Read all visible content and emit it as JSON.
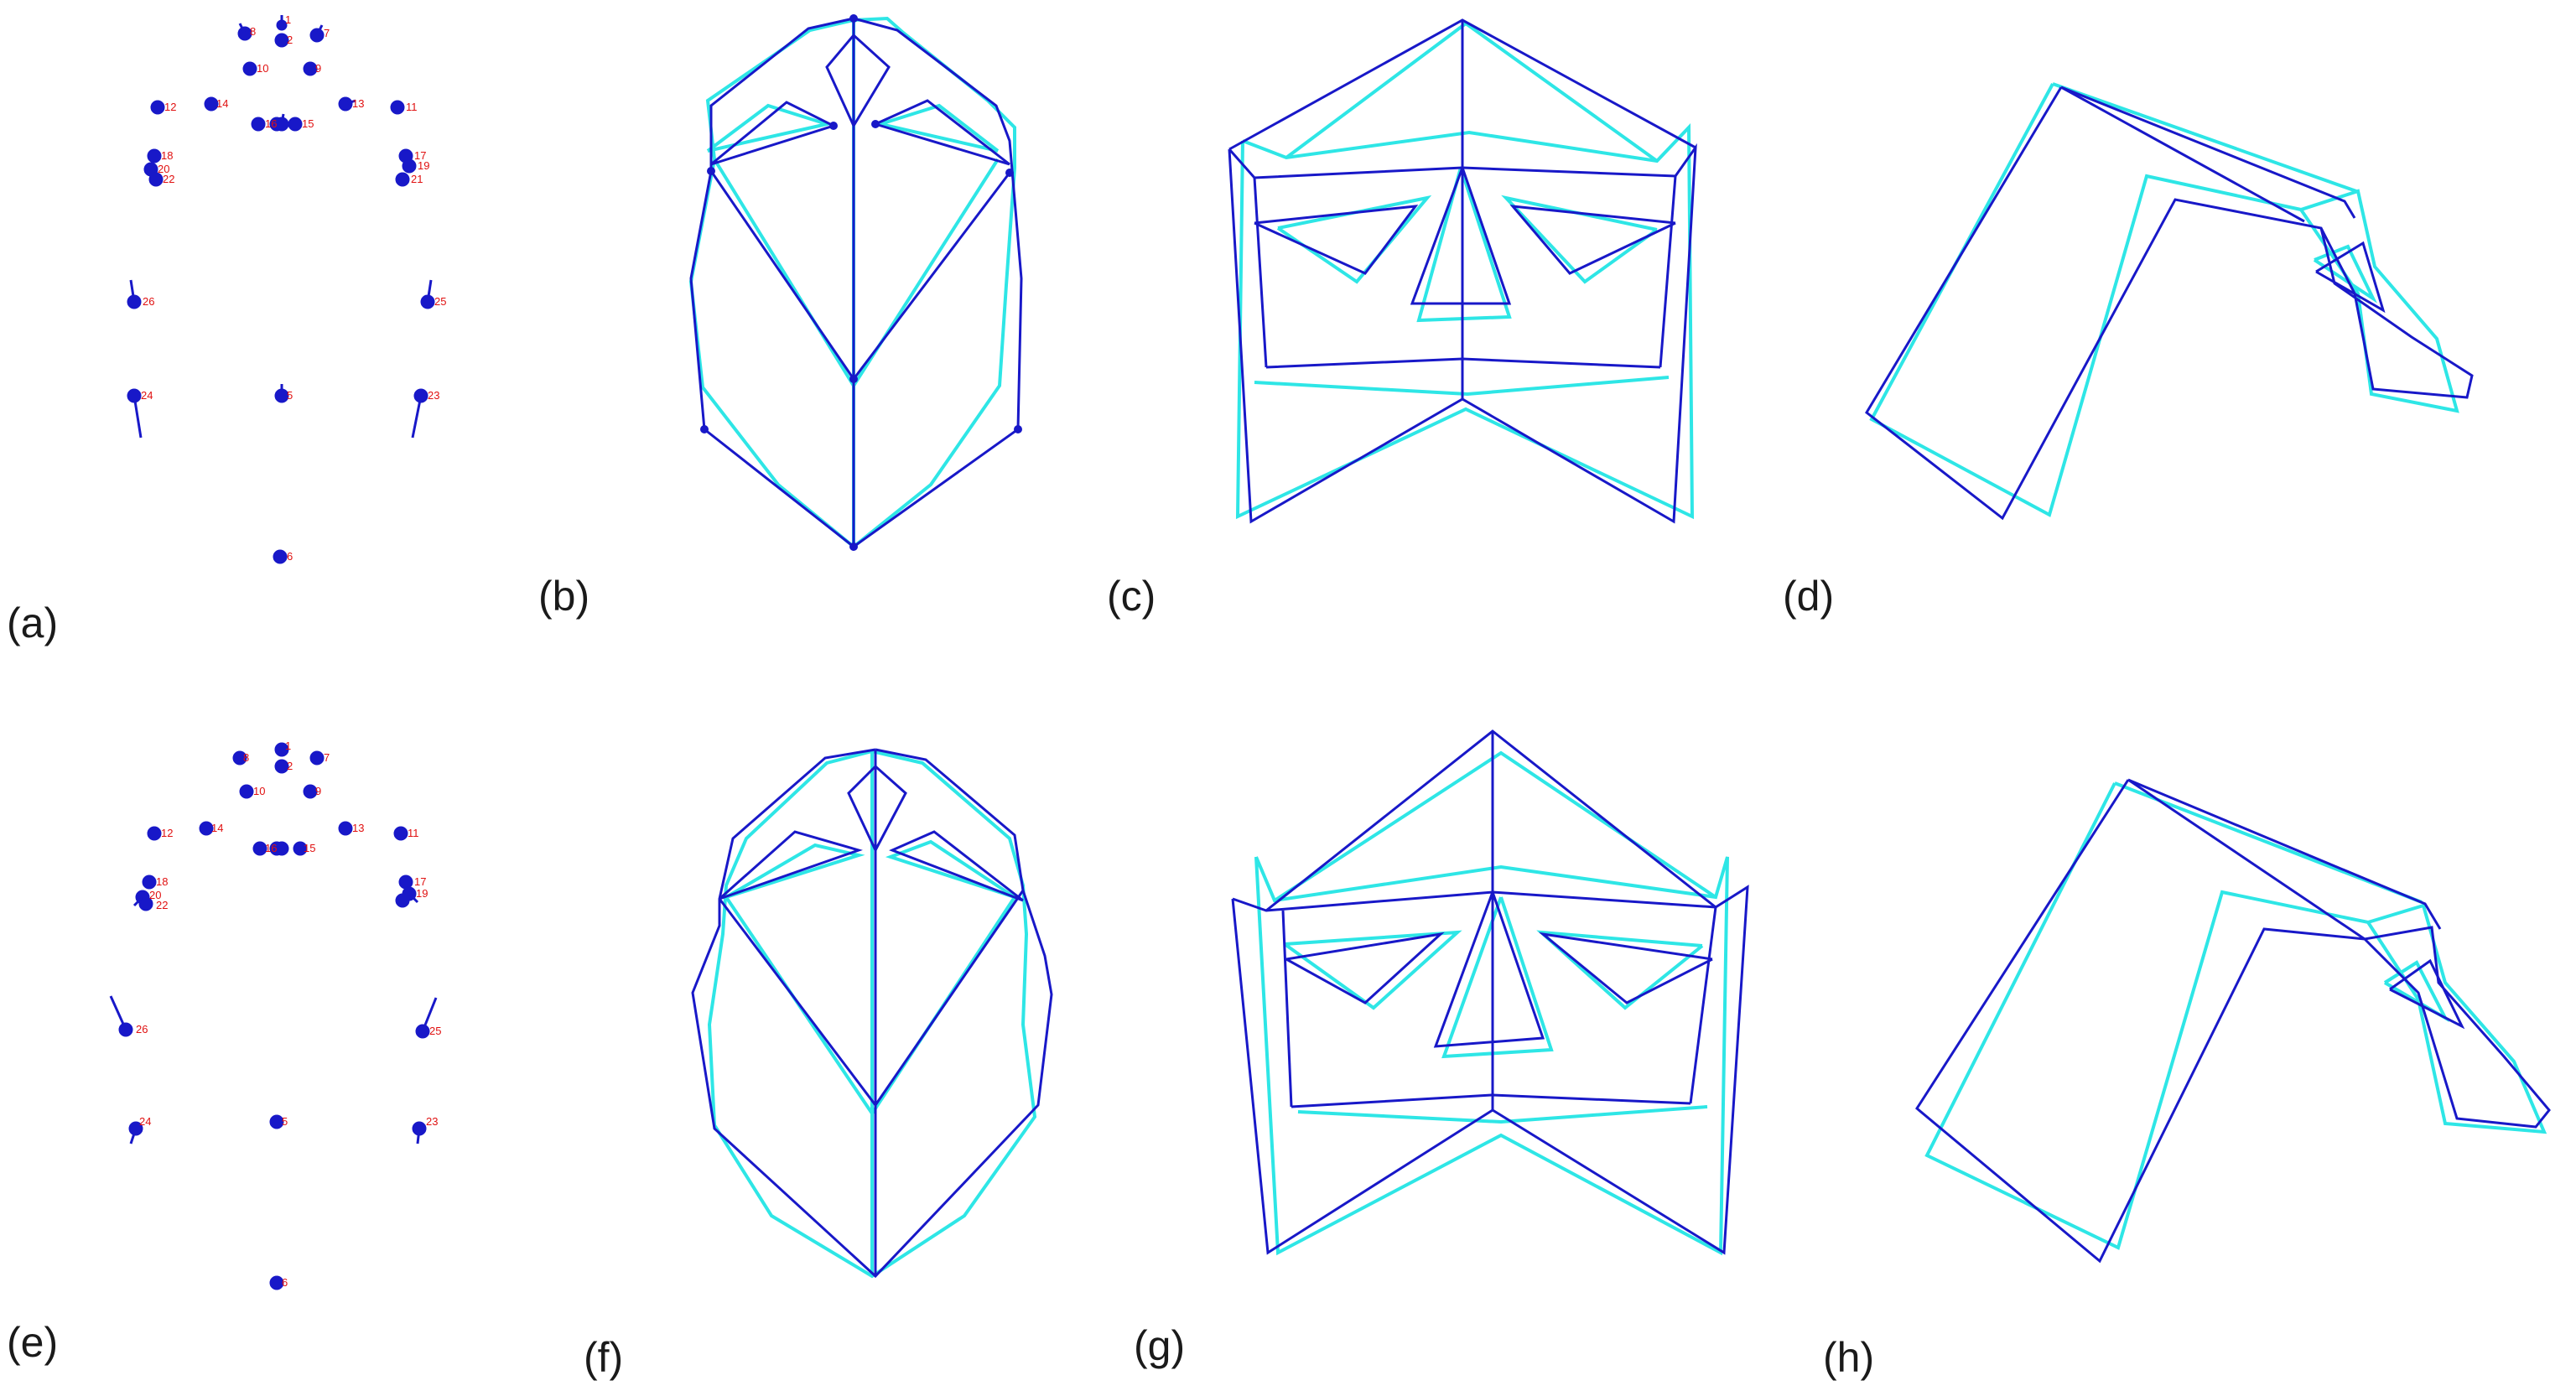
{
  "colors": {
    "baseline": "#1818c8",
    "compare": "#2ee6e6",
    "label": "#e01010",
    "text": "#1a1a1a"
  },
  "panels": [
    {
      "label": "(a)"
    },
    {
      "label": "(b)"
    },
    {
      "label": "(c)"
    },
    {
      "label": "(d)"
    },
    {
      "label": "(e)"
    },
    {
      "label": "(f)"
    },
    {
      "label": "(g)"
    },
    {
      "label": "(h)"
    }
  ],
  "landmark_labels": [
    "1",
    "2",
    "3",
    "4",
    "5",
    "6",
    "7",
    "8",
    "9",
    "10",
    "11",
    "12",
    "13",
    "14",
    "15",
    "16",
    "17",
    "18",
    "19",
    "20",
    "21",
    "22",
    "23",
    "24",
    "25",
    "26"
  ]
}
